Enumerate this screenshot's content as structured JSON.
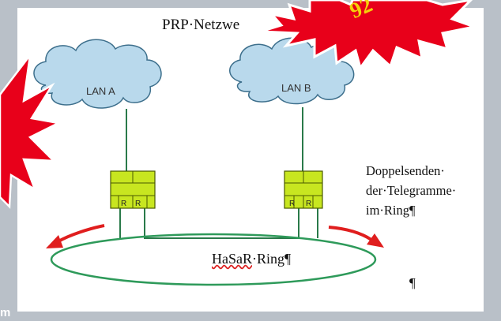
{
  "title": "PRP·Netzwe",
  "badge_text": "92",
  "clouds": [
    "LAN A",
    "LAN B"
  ],
  "switch_port_label": "R",
  "description_lines": [
    "Doppelsenden·",
    "der·Telegramme·",
    "im·Ring¶"
  ],
  "ring_label_prefix": "HaSaR",
  "ring_label_suffix": "·Ring¶",
  "pilcrow": "¶",
  "cutoff_text": "m",
  "colors": {
    "cloud_fill": "#b9d9ec",
    "cloud_stroke": "#3d6f8c",
    "switch_fill": "#c8e620",
    "switch_stroke": "#4a5a00",
    "link": "#2a7a4a",
    "ring": "#2e9a5a",
    "arrow": "#e01e1e",
    "starburst": "#e8001a"
  }
}
